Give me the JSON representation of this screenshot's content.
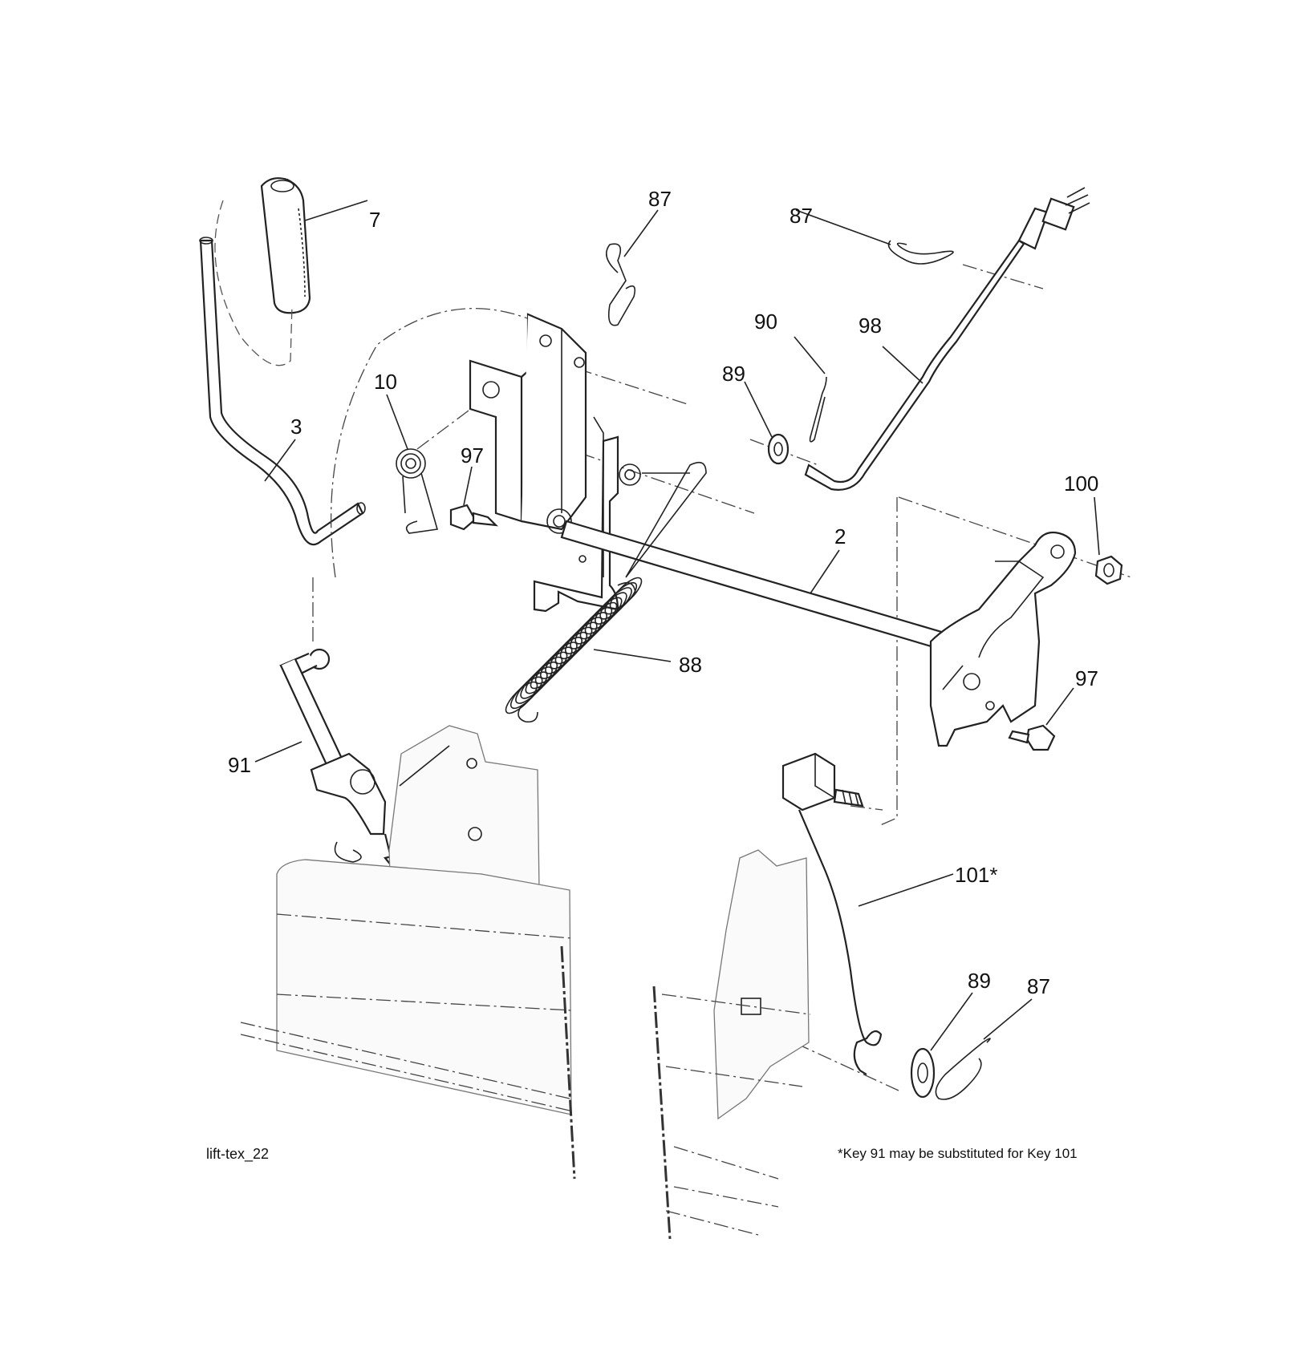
{
  "diagram": {
    "code": "lift-tex_22",
    "footnote": "*Key 91 may be substituted for Key 101",
    "callouts": {
      "c7": "7",
      "c87a": "87",
      "c87b": "87",
      "c90": "90",
      "c98": "98",
      "c89a": "89",
      "c10": "10",
      "c3": "3",
      "c97a": "97",
      "c100": "100",
      "c2": "2",
      "c88": "88",
      "c97b": "97",
      "c91": "91",
      "c101": "101*",
      "c89b": "89",
      "c87c": "87"
    }
  }
}
